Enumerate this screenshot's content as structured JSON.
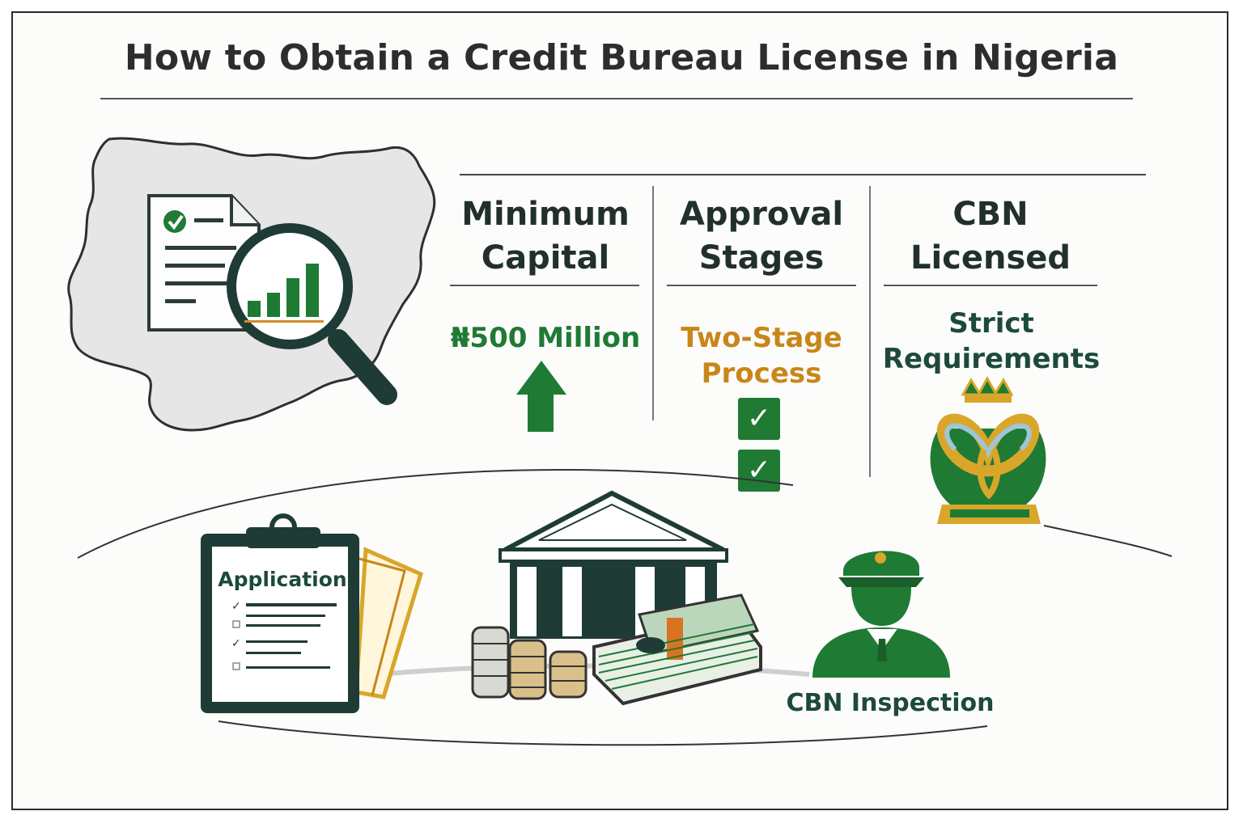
{
  "title": "How to Obtain a Credit Bureau License in Nigeria",
  "columns": [
    {
      "heading_line1": "Minimum",
      "heading_line2": "Capital",
      "value_line1": "₦500 Million",
      "value_line2": ""
    },
    {
      "heading_line1": "Approval",
      "heading_line2": "Stages",
      "value_line1": "Two-Stage",
      "value_line2": "Process"
    },
    {
      "heading_line1": "CBN",
      "heading_line2": "Licensed",
      "value_line1": "Strict",
      "value_line2": "Requirements"
    }
  ],
  "checkmarks": [
    "✓",
    "✓"
  ],
  "scene": {
    "clipboard_label": "Application",
    "inspection_label": "CBN Inspection"
  },
  "colors": {
    "green": "#1f7a34",
    "dark_green": "#1d4a3a",
    "orange": "#c98619",
    "gold": "#d9a62a"
  },
  "icons": [
    "nigeria-map-icon",
    "document-check-icon",
    "magnifier-chart-icon",
    "up-arrow-icon",
    "checkbox-icon",
    "cbn-crest-icon",
    "clipboard-icon",
    "bank-building-icon",
    "coin-stack-icon",
    "cash-bundle-icon",
    "officer-icon"
  ]
}
